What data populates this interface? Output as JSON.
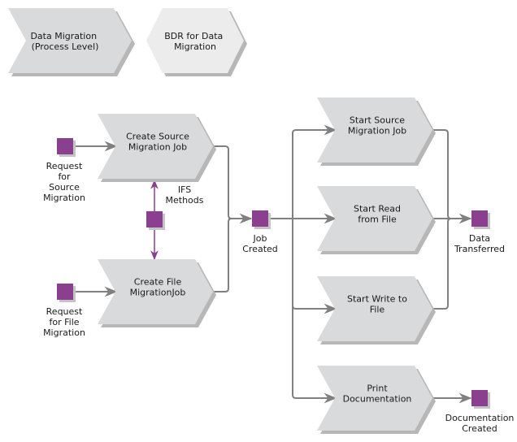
{
  "colors": {
    "function_fill": "#d9dadc",
    "process_fill": "#d9dadc",
    "interface_fill": "#ececec",
    "shadow": "#b7b7b7",
    "event_fill": "#8b3f8f",
    "connector": "#808080",
    "info_flow": "#8b3f8f",
    "text": "#1a1a1a"
  },
  "header": {
    "process": {
      "lines": [
        "Data Migration",
        "(Process Level)"
      ]
    },
    "interface": {
      "lines": [
        "BDR for Data",
        "Migration"
      ]
    }
  },
  "functions": [
    {
      "id": "create-source",
      "lines": [
        "Create Source",
        "Migration Job"
      ]
    },
    {
      "id": "create-file",
      "lines": [
        "Create File",
        "MigrationJob"
      ]
    },
    {
      "id": "start-source",
      "lines": [
        "Start Source",
        "Migration Job"
      ]
    },
    {
      "id": "start-read",
      "lines": [
        "Start Read",
        "from File"
      ]
    },
    {
      "id": "start-write",
      "lines": [
        "Start Write to",
        "File"
      ]
    },
    {
      "id": "print-doc",
      "lines": [
        "Print",
        "Documentation"
      ]
    }
  ],
  "events": [
    {
      "id": "request-source",
      "lines": [
        "Request",
        "for",
        "Source",
        "Migration"
      ]
    },
    {
      "id": "request-file",
      "lines": [
        "Request",
        "for File",
        "Migration"
      ]
    },
    {
      "id": "ifs-methods",
      "lines": [
        "IFS",
        "Methods"
      ]
    },
    {
      "id": "job-created",
      "lines": [
        "Job",
        "Created"
      ]
    },
    {
      "id": "data-transferred",
      "lines": [
        "Data",
        "Transferred"
      ]
    },
    {
      "id": "documentation-created",
      "lines": [
        "Documentation",
        "Created"
      ]
    }
  ]
}
